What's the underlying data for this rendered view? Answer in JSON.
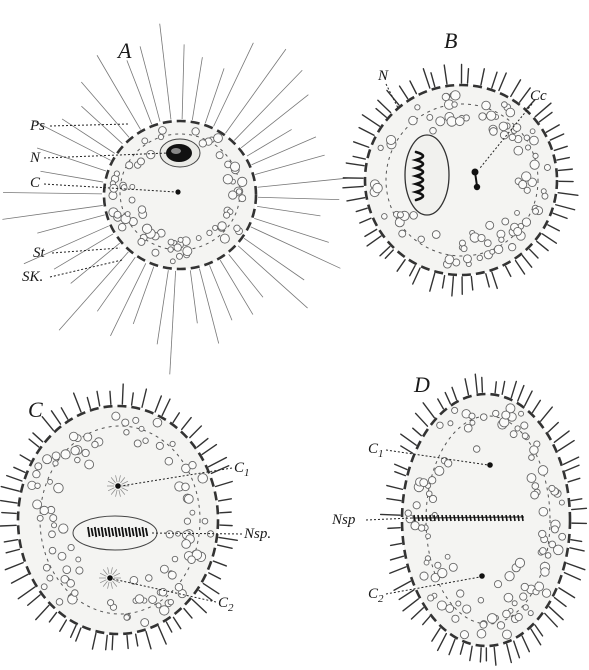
{
  "panels": {
    "A": {
      "title": "A",
      "labels": {
        "ps": "Ps",
        "n": "N",
        "c": "C",
        "st": "St",
        "sk": "SK."
      }
    },
    "B": {
      "title": "B",
      "labels": {
        "n": "N",
        "cc": "Cc"
      }
    },
    "C": {
      "title": "C",
      "labels": {
        "c1": "C",
        "c1_sub": "1",
        "nsp": "Nsp.",
        "c2": "C",
        "c2_sub": "2"
      }
    },
    "D": {
      "title": "D",
      "labels": {
        "c1": "C",
        "c1_sub": "1",
        "nsp": "Nsp",
        "c2": "C",
        "c2_sub": "2"
      }
    }
  },
  "colors": {
    "ink": "#1a1a1a",
    "cell_fill": "#f4f4f2",
    "background": "#ffffff"
  }
}
